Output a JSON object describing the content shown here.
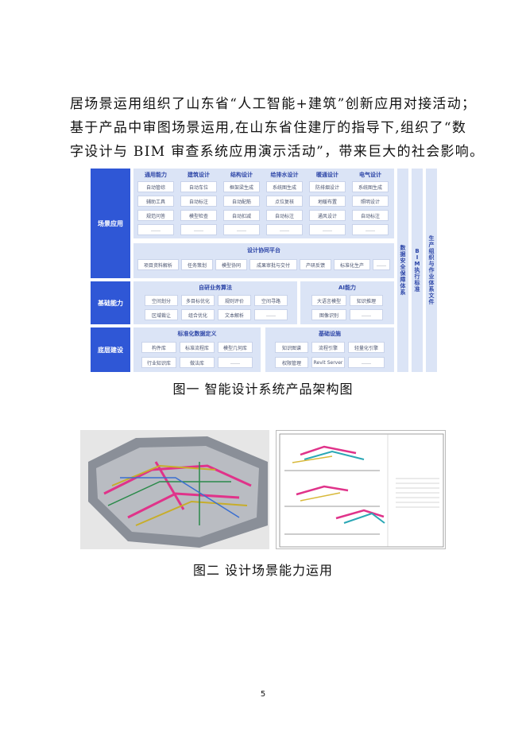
{
  "paragraph": {
    "line1": "居场景运用组织了山东省“人工智能+建筑”创新应用对接活动；",
    "line2": "基于产品中审图场景运用,在山东省住建厅的指导下,组织了“数",
    "line3": "字设计与 BIM 审查系统应用演示活动”，带来巨大的社会影响。"
  },
  "architecture": {
    "rows": {
      "scene": "场景应用",
      "base_capability": "基础能力",
      "bottom": "底层建设"
    },
    "columns": [
      {
        "title": "通用能力",
        "items": [
          "自动管综",
          "辅助工具",
          "规范问答",
          "……"
        ]
      },
      {
        "title": "建筑设计",
        "items": [
          "自动车位",
          "自动标注",
          "模型检查",
          "……"
        ]
      },
      {
        "title": "结构设计",
        "items": [
          "框架梁生成",
          "自动配筋",
          "自动扣减",
          "……"
        ]
      },
      {
        "title": "给排水设计",
        "items": [
          "系统图生成",
          "点位复核",
          "自动标注",
          "……"
        ]
      },
      {
        "title": "暖通设计",
        "items": [
          "防排烟设计",
          "地暖布置",
          "通风设计",
          "……"
        ]
      },
      {
        "title": "电气设计",
        "items": [
          "系统图生成",
          "照明设计",
          "自动标注",
          "……"
        ]
      }
    ],
    "platform": {
      "title": "设计协同平台",
      "items": [
        "项目资料解析",
        "任务策划",
        "模型协同",
        "成果审批与交付",
        "产研反馈",
        "标准化生产",
        "……"
      ]
    },
    "algorithms": {
      "title": "自研业务算法",
      "items": [
        "空间划分",
        "多目标优化",
        "规则评价",
        "空间寻路",
        "区域裁让",
        "组合优化",
        "文本解析",
        "……"
      ]
    },
    "ai": {
      "title": "AI能力",
      "items": [
        "大语言模型",
        "知识推理",
        "图像识别",
        "……"
      ]
    },
    "std_data": {
      "title": "标准化数据定义",
      "items": [
        "构件库",
        "标准流程库",
        "模型几何库",
        "行业知识库",
        "做法库",
        "……"
      ]
    },
    "infra": {
      "title": "基础设施",
      "items": [
        "知识图谱",
        "流程引擎",
        "轻量化引擎",
        "权限管理",
        "Revit Server",
        "……"
      ]
    },
    "side_columns": [
      "数据安全保障体系",
      "BIM执行标准",
      "生产组织与作业体系文件"
    ]
  },
  "caption1": "图一  智能设计系统产品架构图",
  "caption2": "图二  设计场景能力运用",
  "page_number": "5",
  "colors": {
    "accent": "#2f57d6",
    "panel": "#dbe4f6",
    "header_text": "#2e47a8"
  }
}
